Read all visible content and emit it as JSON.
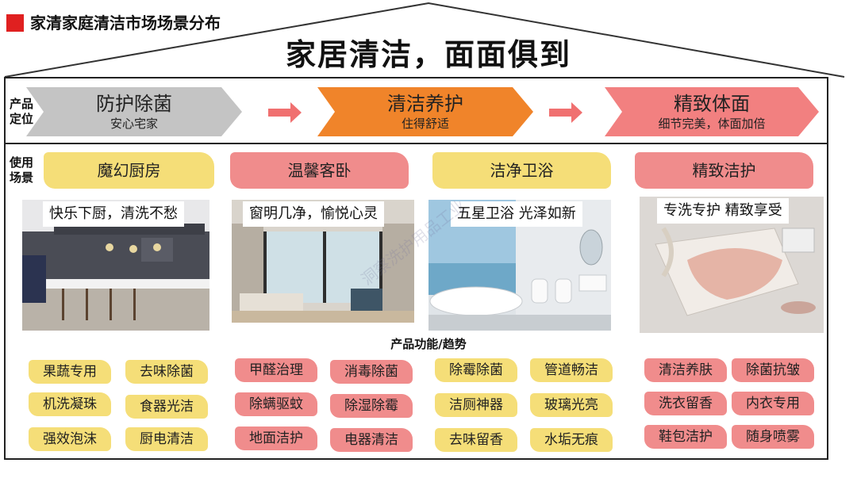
{
  "header": {
    "title": "家清家庭清洁市场场景分布"
  },
  "main_title": "家居清洁，面面俱到",
  "rows": {
    "positioning_label": "产品\n定位",
    "usage_label": "使用\n场景"
  },
  "positioning": [
    {
      "title": "防护除菌",
      "subtitle": "安心宅家",
      "color": "#bfbfbf"
    },
    {
      "title": "清洁养护",
      "subtitle": "住得舒适",
      "color": "#f0842a"
    },
    {
      "title": "精致体面",
      "subtitle": "细节完美，体面加倍",
      "color": "#f27e7e"
    }
  ],
  "scenes": [
    {
      "name": "魔幻厨房",
      "caption": "快乐下厨，清洗不愁",
      "color": "#f5de78",
      "features": [
        "果蔬专用",
        "去味除菌",
        "机洗凝珠",
        "食器光洁",
        "强效泡沫",
        "厨电清洁"
      ]
    },
    {
      "name": "温馨客卧",
      "caption": "窗明几净，愉悦心灵",
      "color": "#f08c8c",
      "features": [
        "甲醛治理",
        "消毒除菌",
        "除螨驱蚊",
        "除湿除霉",
        "地面洁护",
        "电器清洁"
      ]
    },
    {
      "name": "洁净卫浴",
      "caption": "五星卫浴 光泽如新",
      "color": "#f5de78",
      "features": [
        "除霉除菌",
        "管道畅洁",
        "洁厕神器",
        "玻璃光亮",
        "去味留香",
        "水垢无痕"
      ]
    },
    {
      "name": "精致洁护",
      "caption": "专洗专护 精致享受",
      "color": "#f08c8c",
      "features": [
        "清洁养肤",
        "除菌抗皱",
        "洗衣留香",
        "内衣专用",
        "鞋包洁护",
        "随身喷雾"
      ]
    }
  ],
  "function_title": "产品功能/趋势",
  "colors": {
    "accent_red": "#e02020",
    "arrow": "#f07070"
  }
}
